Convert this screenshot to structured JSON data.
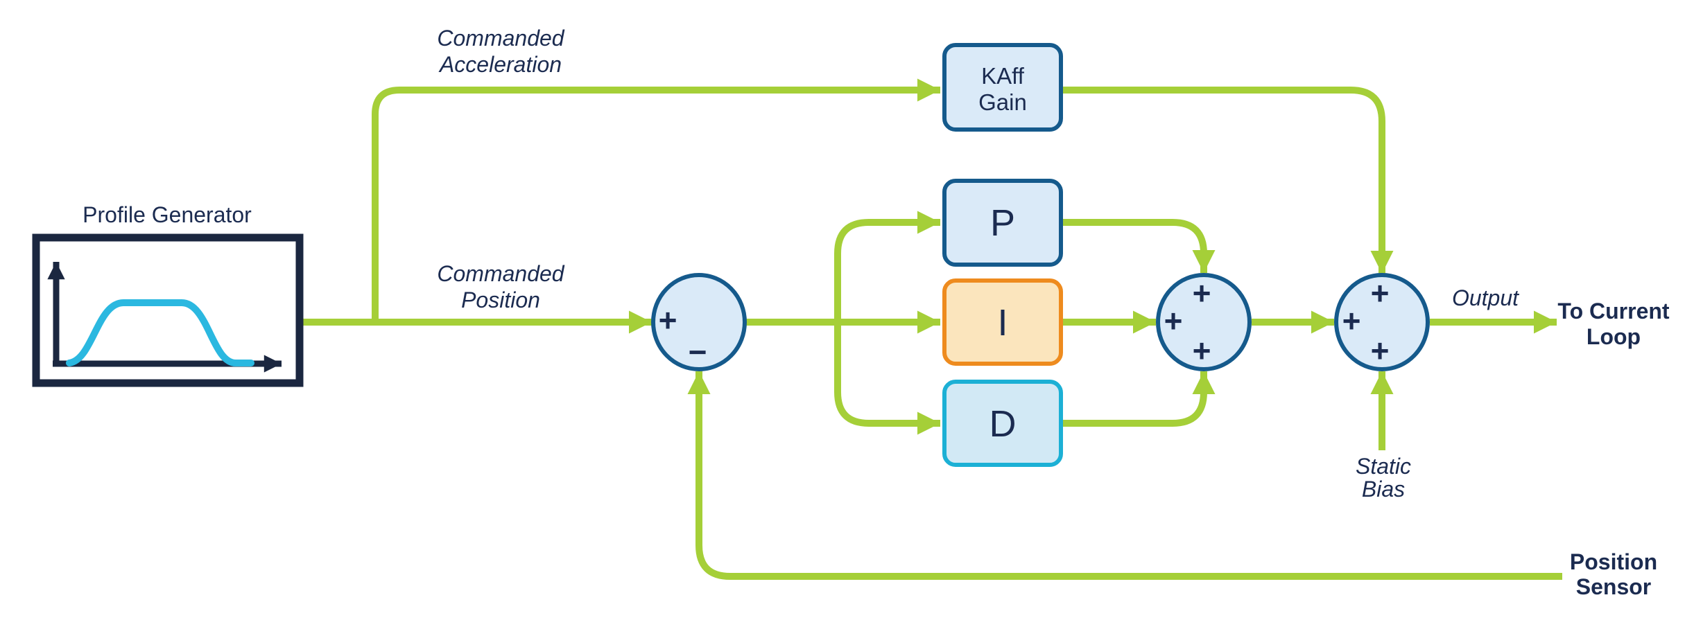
{
  "profile_generator": {
    "label": "Profile Generator"
  },
  "labels": {
    "commanded_acceleration": [
      "Commanded",
      "Acceleration"
    ],
    "commanded_position": [
      "Commanded",
      "Position"
    ],
    "output": "Output",
    "to_current_loop": [
      "To Current",
      "Loop"
    ],
    "static_bias": [
      "Static",
      "Bias"
    ],
    "position_sensor": [
      "Position",
      "Sensor"
    ]
  },
  "blocks": {
    "kaff_gain": {
      "label": [
        "KAff",
        "Gain"
      ]
    },
    "proportional": {
      "label": "P"
    },
    "integral": {
      "label": "I"
    },
    "derivative": {
      "label": "D"
    }
  },
  "junctions": {
    "error_sum": {
      "plus": "+",
      "minus": "−"
    },
    "pid_sum": {
      "top": "+",
      "left": "+",
      "bottom": "+"
    },
    "output_sum": {
      "top": "+",
      "left": "+",
      "bottom": "+"
    }
  },
  "colors": {
    "signal_green": "#a5cf38",
    "navy_text": "#1b2b50",
    "blue_box_border": "#155a8c",
    "blue_box_fill": "#daeaf8",
    "integral_border": "#ee8b1e",
    "integral_fill": "#fbe5bd",
    "derivative_border": "#1cb0d5",
    "derivative_fill": "#d2e9f5",
    "profile_outline": "#1b2740",
    "profile_curve": "#2bb8e0"
  }
}
